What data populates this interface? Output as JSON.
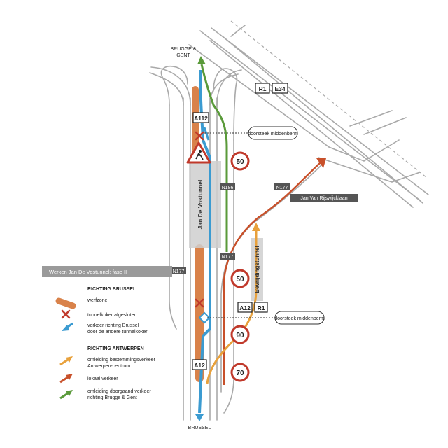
{
  "places": {
    "north_destination_line1": "BRUGGE &",
    "north_destination_line2": "GENT",
    "south_destination": "BRUSSEL"
  },
  "road_shields": {
    "r1_top": "R1",
    "e34_top": "E34",
    "a112": "A112",
    "n186": "N186",
    "n177_left": "N177",
    "n177_mid": "N177",
    "n177_top": "N177",
    "a12_mid": "A12",
    "r1_mid": "R1",
    "a12_bottom": "A12"
  },
  "street_label": "Jan Van Rijswijcklaan",
  "tunnels": {
    "main": "Jan De Vostunnel",
    "secondary": "Bevrijdingstunnel"
  },
  "callouts": {
    "top": "doorsteek middenberm",
    "bottom": "doorsteek middenberm"
  },
  "speed_limits": {
    "sign_1": "50",
    "sign_2": "50",
    "sign_3": "90",
    "sign_4": "70"
  },
  "legend": {
    "header": "Werken Jan De Vostunnel: fase II",
    "section_brussel": "RICHTING BRUSSEL",
    "werfzone": "werfzone",
    "tunnelkoker_afgesloten": "tunnelkoker afgesloten",
    "verkeer_brussel_1": "verkeer richting Brussel",
    "verkeer_brussel_2": "door de andere tunnelkoker",
    "section_antwerpen": "RICHTING ANTWERPEN",
    "omleiding_bestemming_1": "omleiding bestemmingsverkeer",
    "omleiding_bestemming_2": "Antwerpen-centrum",
    "lokaal_verkeer": "lokaal verkeer",
    "omleiding_doorgaand_1": "omleiding doorgaand verkeer",
    "omleiding_doorgaand_2": "richting Brugge & Gent"
  },
  "colors": {
    "road": "#a9a9a9",
    "blue": "#3b9bd1",
    "green": "#5a9a3a",
    "orange": "#e8a13c",
    "rust": "#c8502a",
    "werfzone": "#d9824a",
    "red": "#c0392b",
    "label_bg": "#555555",
    "tunnel_grey": "#cfcfcf"
  }
}
